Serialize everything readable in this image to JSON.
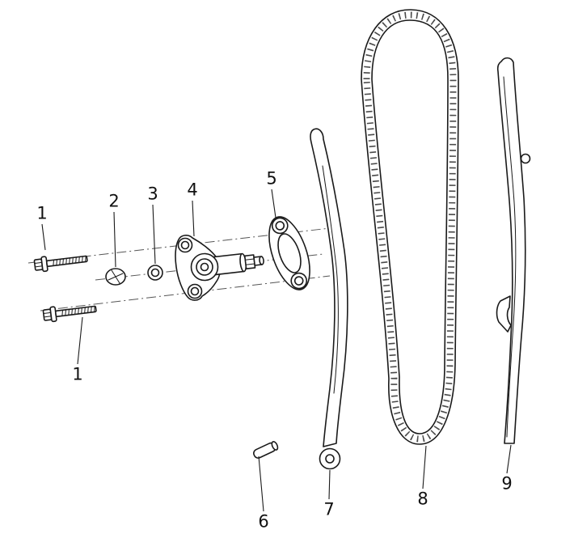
{
  "diagram": {
    "type": "exploded-parts-diagram",
    "background": "#ffffff",
    "line_color": "#1a1a1a",
    "labels": [
      {
        "id": "1a",
        "text": "1"
      },
      {
        "id": "1b",
        "text": "1"
      },
      {
        "id": "2",
        "text": "2"
      },
      {
        "id": "3",
        "text": "3"
      },
      {
        "id": "4",
        "text": "4"
      },
      {
        "id": "5",
        "text": "5"
      },
      {
        "id": "6",
        "text": "6"
      },
      {
        "id": "7",
        "text": "7"
      },
      {
        "id": "8",
        "text": "8"
      },
      {
        "id": "9",
        "text": "9"
      }
    ],
    "part_icons": [
      {
        "label": "1",
        "icon": "flange-bolt-icon"
      },
      {
        "label": "2",
        "icon": "screw-cap-icon"
      },
      {
        "label": "3",
        "icon": "o-ring-icon"
      },
      {
        "label": "4",
        "icon": "chain-tensioner-icon"
      },
      {
        "label": "5",
        "icon": "gasket-icon"
      },
      {
        "label": "6",
        "icon": "dowel-pin-icon"
      },
      {
        "label": "7",
        "icon": "tensioner-guide-blade-icon"
      },
      {
        "label": "8",
        "icon": "cam-chain-icon"
      },
      {
        "label": "9",
        "icon": "chain-guide-rail-icon"
      }
    ]
  }
}
